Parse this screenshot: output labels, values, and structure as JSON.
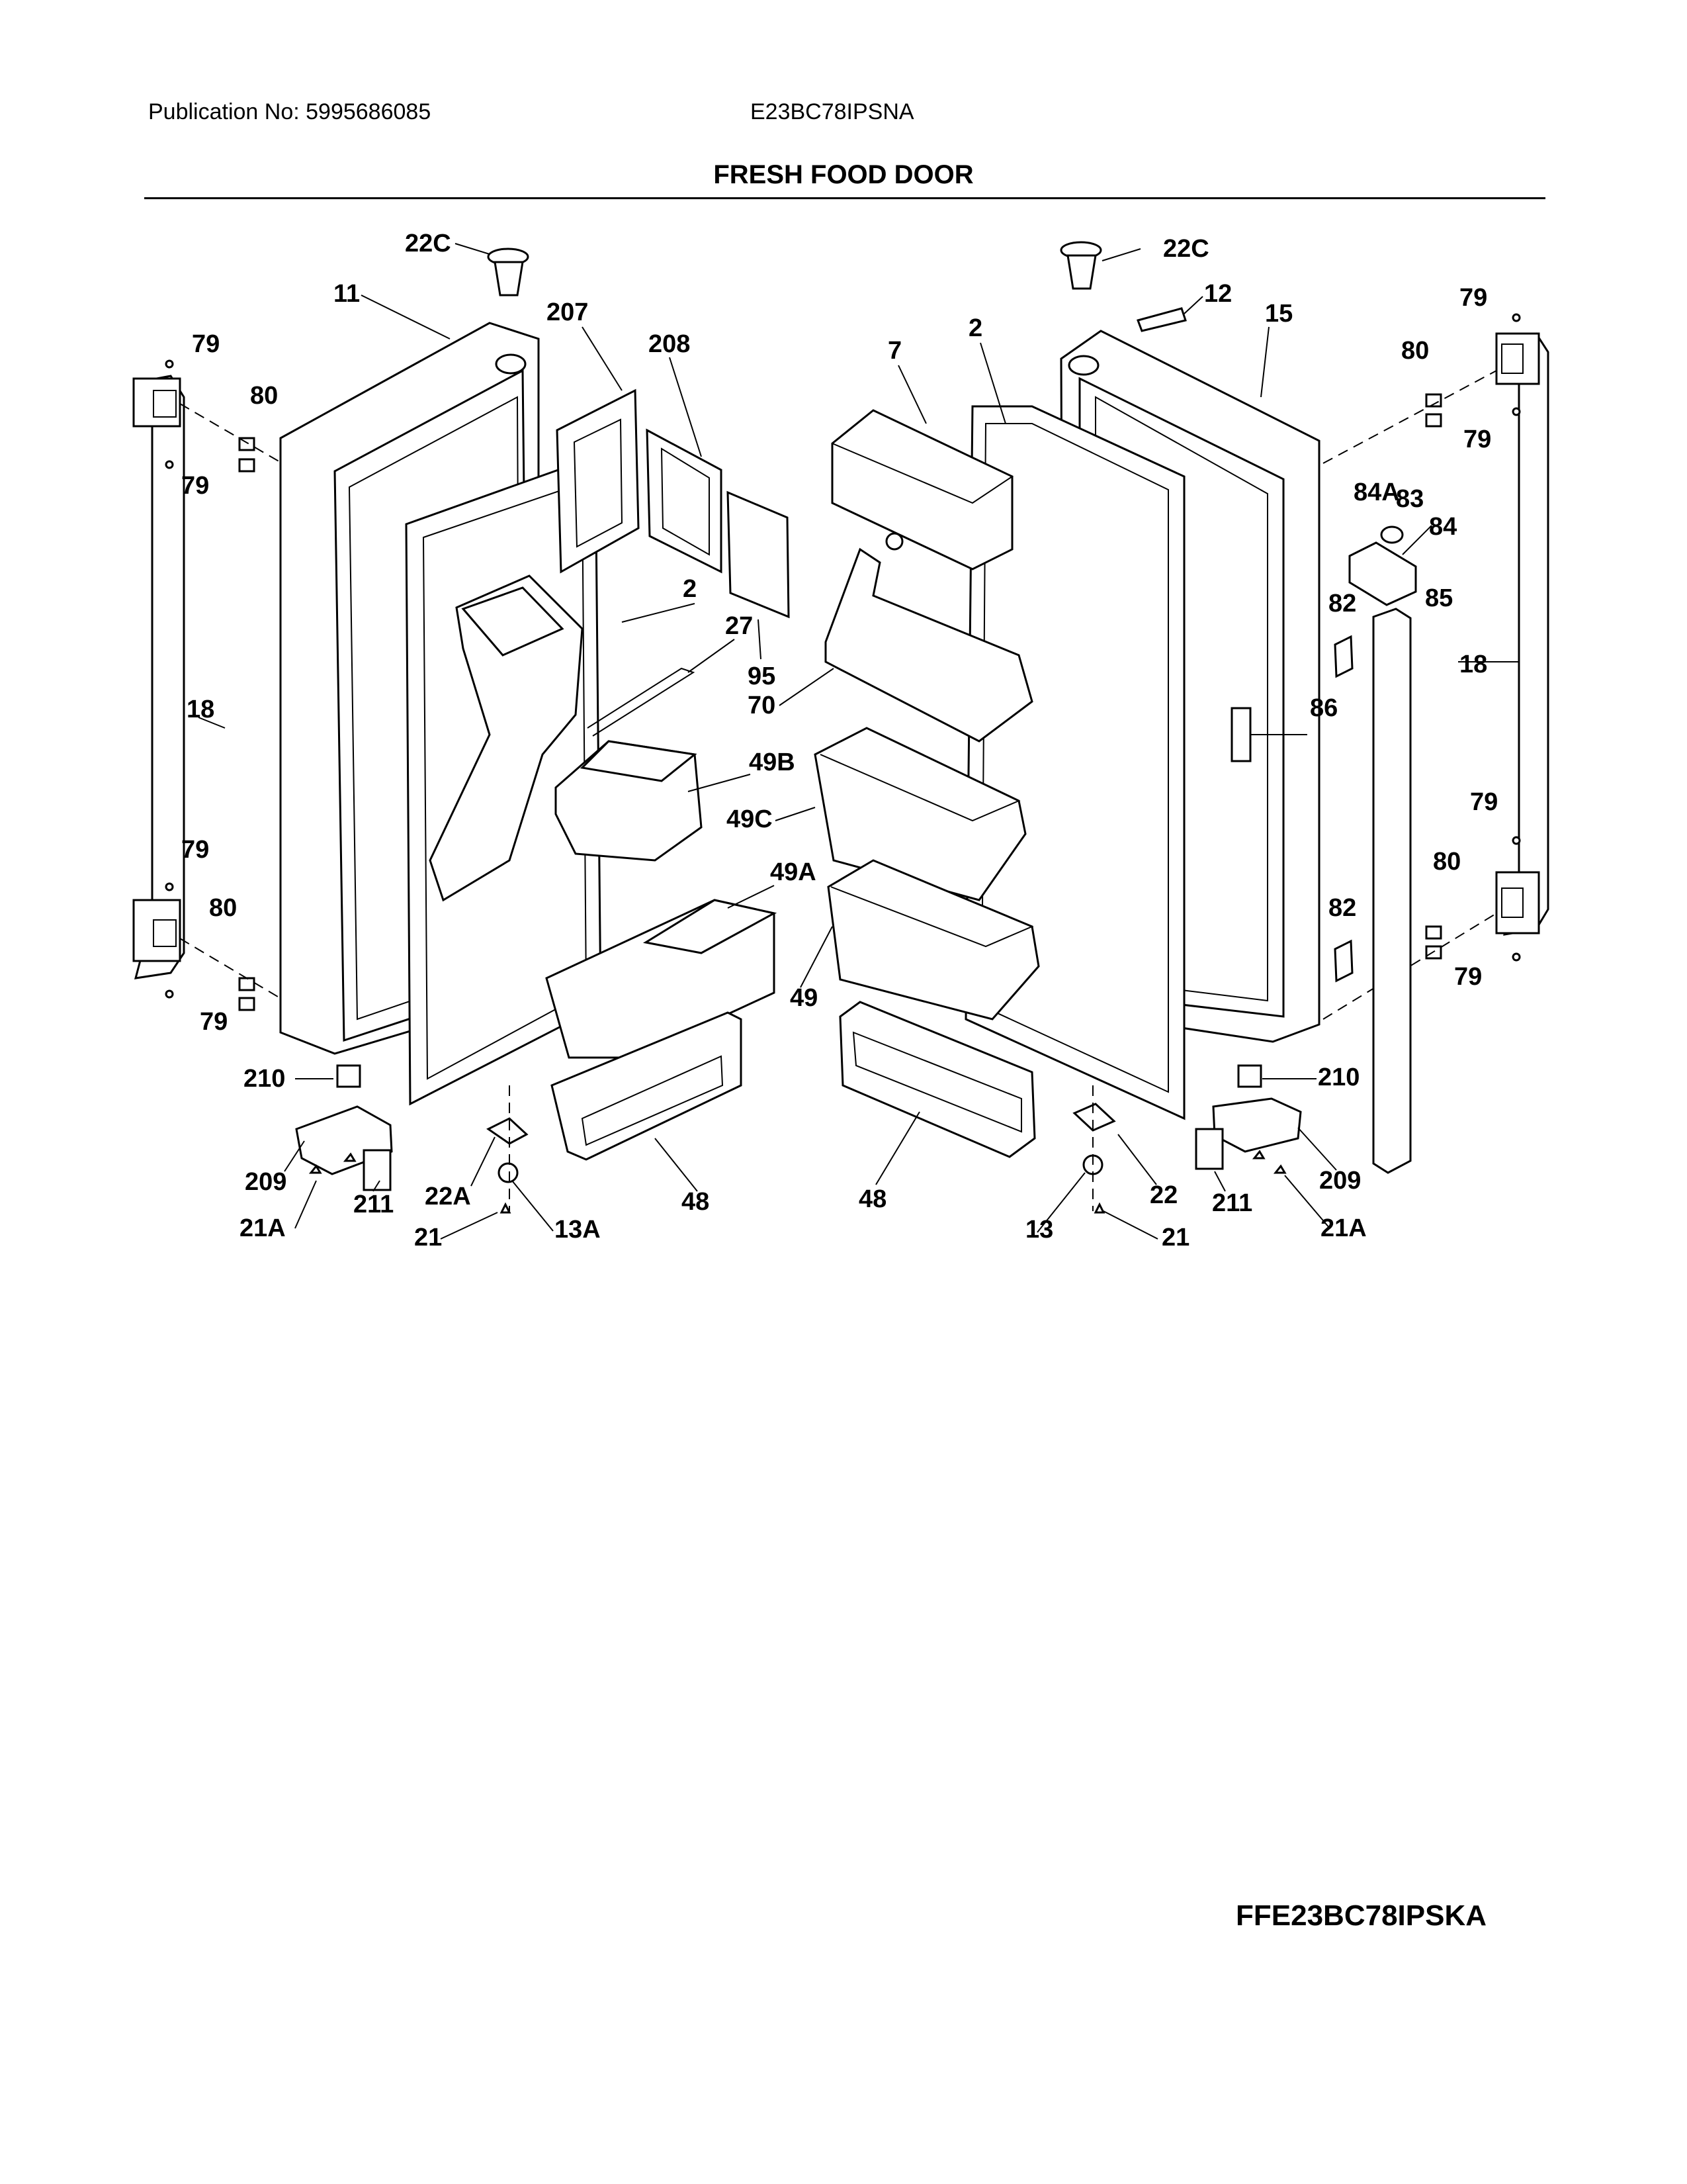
{
  "header": {
    "publication": "Publication No: 5995686085",
    "model": "E23BC78IPSNA",
    "title": "FRESH FOOD DOOR"
  },
  "footer": {
    "model": "FFE23BC78IPSKA"
  },
  "callouts": {
    "c_22c_l": "22C",
    "c_11": "11",
    "c_207": "207",
    "c_208": "208",
    "c_79_l1": "79",
    "c_80_l1": "80",
    "c_79_l2": "79",
    "c_2_l": "2",
    "c_27": "27",
    "c_95": "95",
    "c_18_l": "18",
    "c_49b": "49B",
    "c_49a": "49A",
    "c_79_l3": "79",
    "c_80_l2": "80",
    "c_79_l4": "79",
    "c_210_l": "210",
    "c_209_l": "209",
    "c_211_l": "211",
    "c_21a_l": "21A",
    "c_22a": "22A",
    "c_13a": "13A",
    "c_21_l": "21",
    "c_48_l": "48",
    "c_22c_r": "22C",
    "c_12": "12",
    "c_15": "15",
    "c_2_r": "2",
    "c_7": "7",
    "c_79_r1": "79",
    "c_80_r1": "80",
    "c_79_r2": "79",
    "c_84a": "84A",
    "c_83": "83",
    "c_84": "84",
    "c_82_r1": "82",
    "c_85": "85",
    "c_18_r": "18",
    "c_86": "86",
    "c_70": "70",
    "c_49c": "49C",
    "c_49": "49",
    "c_79_r3": "79",
    "c_80_r2": "80",
    "c_82_r2": "82",
    "c_79_r4": "79",
    "c_210_r": "210",
    "c_209_r": "209",
    "c_211_r": "211",
    "c_21a_r": "21A",
    "c_48_r": "48",
    "c_22": "22",
    "c_13": "13",
    "c_21_r": "21"
  }
}
